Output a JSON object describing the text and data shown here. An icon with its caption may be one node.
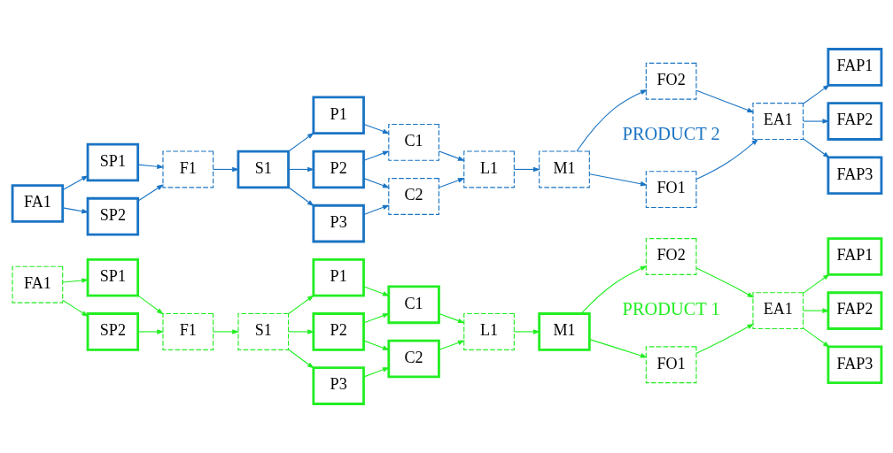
{
  "diagram": {
    "nodes": [
      {
        "text": [
          "FA1"
        ]
      },
      {
        "text": [
          "SP1"
        ]
      },
      {
        "text": [
          "SP2"
        ]
      },
      {
        "text": [
          "F1"
        ]
      },
      {
        "text": [
          "S1"
        ]
      },
      {
        "text": [
          "P1"
        ]
      },
      {
        "text": [
          "P2"
        ]
      },
      {
        "text": [
          "P3"
        ]
      },
      {
        "text": [
          "C1"
        ]
      },
      {
        "text": [
          "C2"
        ]
      },
      {
        "text": [
          "L1"
        ]
      },
      {
        "text": [
          "M1"
        ]
      },
      {
        "text": [
          "FO1"
        ]
      },
      {
        "text": [
          "FO2"
        ]
      },
      {
        "text": [
          "EA1"
        ]
      },
      {
        "text": [
          "FAP1"
        ]
      },
      {
        "text": [
          "FAP2"
        ]
      },
      {
        "text": [
          "FAP3"
        ]
      },
      {
        "text": [
          "FA1"
        ]
      },
      {
        "text": [
          "SP1"
        ]
      },
      {
        "text": [
          "SP2"
        ]
      },
      {
        "text": [
          "F1"
        ]
      },
      {
        "text": [
          "S1"
        ]
      },
      {
        "text": [
          "P1"
        ]
      },
      {
        "text": [
          "P2"
        ]
      },
      {
        "text": [
          "P3"
        ]
      },
      {
        "text": [
          "C1"
        ]
      },
      {
        "text": [
          "C2"
        ]
      },
      {
        "text": [
          "L1"
        ]
      },
      {
        "text": [
          "M1"
        ]
      },
      {
        "text": [
          "FO1"
        ]
      },
      {
        "text": [
          "FO2"
        ]
      },
      {
        "text": [
          "EA1"
        ]
      },
      {
        "text": [
          "FAP1"
        ]
      },
      {
        "text": [
          "FAP2"
        ]
      },
      {
        "text": [
          "FAP3"
        ]
      }
    ],
    "edges": [
      {
        "from": 0,
        "to": 1,
        "arrow": "to",
        "color": "#22ee22"
      },
      {
        "from": 0,
        "to": 2,
        "arrow": "to",
        "color": "#22ee22"
      },
      {
        "from": 1,
        "to": 3,
        "arrow": "to",
        "color": "#22ee22"
      },
      {
        "from": 2,
        "to": 3,
        "arrow": "to",
        "color": "#22ee22"
      },
      {
        "from": 3,
        "to": 4,
        "arrow": "to",
        "color": "#22ee22"
      },
      {
        "from": 4,
        "to": 5,
        "arrow": "to",
        "color": "#22ee22"
      },
      {
        "from": 4,
        "to": 6,
        "arrow": "to",
        "color": "#22ee22"
      },
      {
        "from": 4,
        "to": 7,
        "arrow": "to",
        "color": "#22ee22"
      },
      {
        "from": 5,
        "to": 8,
        "arrow": "to",
        "color": "#22ee22"
      },
      {
        "from": 6,
        "to": 8,
        "arrow": "to",
        "color": "#22ee22"
      },
      {
        "from": 6,
        "to": 9,
        "arrow": "to",
        "color": "#22ee22"
      },
      {
        "from": 7,
        "to": 9,
        "arrow": "to",
        "color": "#22ee22"
      },
      {
        "from": 8,
        "to": 10,
        "arrow": "to",
        "color": "#22ee22"
      },
      {
        "from": 9,
        "to": 10,
        "arrow": "to",
        "color": "#22ee22"
      },
      {
        "from": 10,
        "to": 11,
        "arrow": "to",
        "color": "#22ee22"
      },
      {
        "from": 11,
        "to": 12,
        "arrow": "to",
        "color": "#22ee22"
      },
      {
        "from": 11,
        "to": 13,
        "arrow": "to",
        "color": "#22ee22"
      },
      {
        "from": 12,
        "to": 14,
        "arrow": "to",
        "color": "#22ee22"
      },
      {
        "from": 13,
        "to": 14,
        "arrow": "to",
        "color": "#22ee22"
      },
      {
        "from": 14,
        "to": 15,
        "arrow": "to",
        "color": "#22ee22"
      },
      {
        "from": 14,
        "to": 16,
        "arrow": "to",
        "color": "#22ee22"
      },
      {
        "from": 14,
        "to": 17,
        "arrow": "to",
        "color": "#22ee22"
      },
      {
        "from": 18,
        "to": 19,
        "arrow": "to",
        "color": "#1a74c4"
      },
      {
        "from": 18,
        "to": 20,
        "arrow": "to",
        "color": "#1a74c4"
      },
      {
        "from": 19,
        "to": 21,
        "arrow": "to",
        "color": "#1a74c4"
      },
      {
        "from": 20,
        "to": 21,
        "arrow": "to",
        "color": "#1a74c4"
      },
      {
        "from": 21,
        "to": 22,
        "arrow": "to",
        "color": "#1a74c4"
      },
      {
        "from": 22,
        "to": 23,
        "arrow": "to",
        "color": "#1a74c4"
      },
      {
        "from": 22,
        "to": 24,
        "arrow": "to",
        "color": "#1a74c4"
      },
      {
        "from": 22,
        "to": 25,
        "arrow": "to",
        "color": "#1a74c4"
      },
      {
        "from": 23,
        "to": 26,
        "arrow": "to",
        "color": "#1a74c4"
      },
      {
        "from": 24,
        "to": 26,
        "arrow": "to",
        "color": "#1a74c4"
      },
      {
        "from": 24,
        "to": 27,
        "arrow": "to",
        "color": "#1a74c4"
      },
      {
        "from": 25,
        "to": 27,
        "arrow": "to",
        "color": "#1a74c4"
      },
      {
        "from": 26,
        "to": 28,
        "arrow": "to",
        "color": "#1a74c4"
      },
      {
        "from": 27,
        "to": 28,
        "arrow": "to",
        "color": "#1a74c4"
      },
      {
        "from": 28,
        "to": 29,
        "arrow": "to",
        "color": "#1a74c4"
      },
      {
        "from": 29,
        "to": 30,
        "arrow": "to",
        "color": "#1a74c4"
      },
      {
        "from": 29,
        "to": 31,
        "arrow": "to",
        "color": "#1a74c4"
      },
      {
        "from": 30,
        "to": 32,
        "arrow": "to",
        "color": "#1a74c4"
      },
      {
        "from": 31,
        "to": 32,
        "arrow": "to",
        "color": "#1a74c4"
      },
      {
        "from": 32,
        "to": 33,
        "arrow": "to",
        "color": "#1a74c4"
      },
      {
        "from": 32,
        "to": 34,
        "arrow": "to",
        "color": "#1a74c4"
      },
      {
        "from": 32,
        "to": 35,
        "arrow": "to",
        "color": "#1a74c4"
      }
    ],
    "labels": [
      "PRODUCT 1",
      "PRODUCT 2"
    ]
  }
}
